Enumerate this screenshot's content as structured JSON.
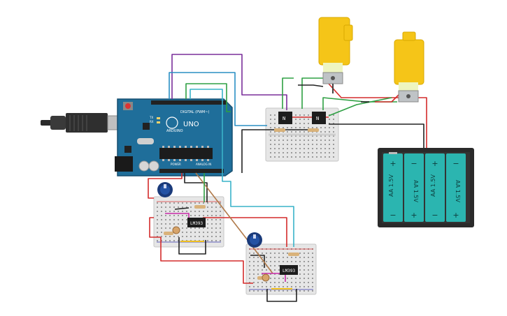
{
  "arduino": {
    "logo": "ARDUINO",
    "model": "UNO",
    "digital_label": "DIGITAL (PWM~)",
    "power_label": "POWER",
    "analog_label": "ANALOG IN",
    "tx_label": "TX",
    "rx_label": "RX"
  },
  "ics": [
    {
      "label": "LM393"
    },
    {
      "label": "LM393"
    }
  ],
  "transistors": [
    {
      "label": "N"
    },
    {
      "label": "N"
    }
  ],
  "battery": {
    "cells": [
      {
        "label": "AA 1.5V",
        "top_sign": "+",
        "bottom_sign": "−"
      },
      {
        "label": "AA 1.5V",
        "top_sign": "−",
        "bottom_sign": "+"
      },
      {
        "label": "AA 1.5V",
        "top_sign": "+",
        "bottom_sign": "−"
      },
      {
        "label": "AA 1.5V",
        "top_sign": "−",
        "bottom_sign": "+"
      }
    ]
  },
  "colors": {
    "arduino_blue": "#1f6e9a",
    "breadboard": "#e4e4e4",
    "motor_yellow": "#f5c518",
    "battery_teal": "#2bb5b0",
    "wire_red": "#d42b2b",
    "wire_black": "#222222",
    "wire_green": "#2ea043",
    "wire_purple": "#7a2e9a",
    "wire_blue": "#2a8fc4",
    "wire_cyan": "#39b3c9",
    "wire_magenta": "#c92aa8",
    "wire_brown": "#b07a4a",
    "wire_yellow": "#f0c020"
  }
}
